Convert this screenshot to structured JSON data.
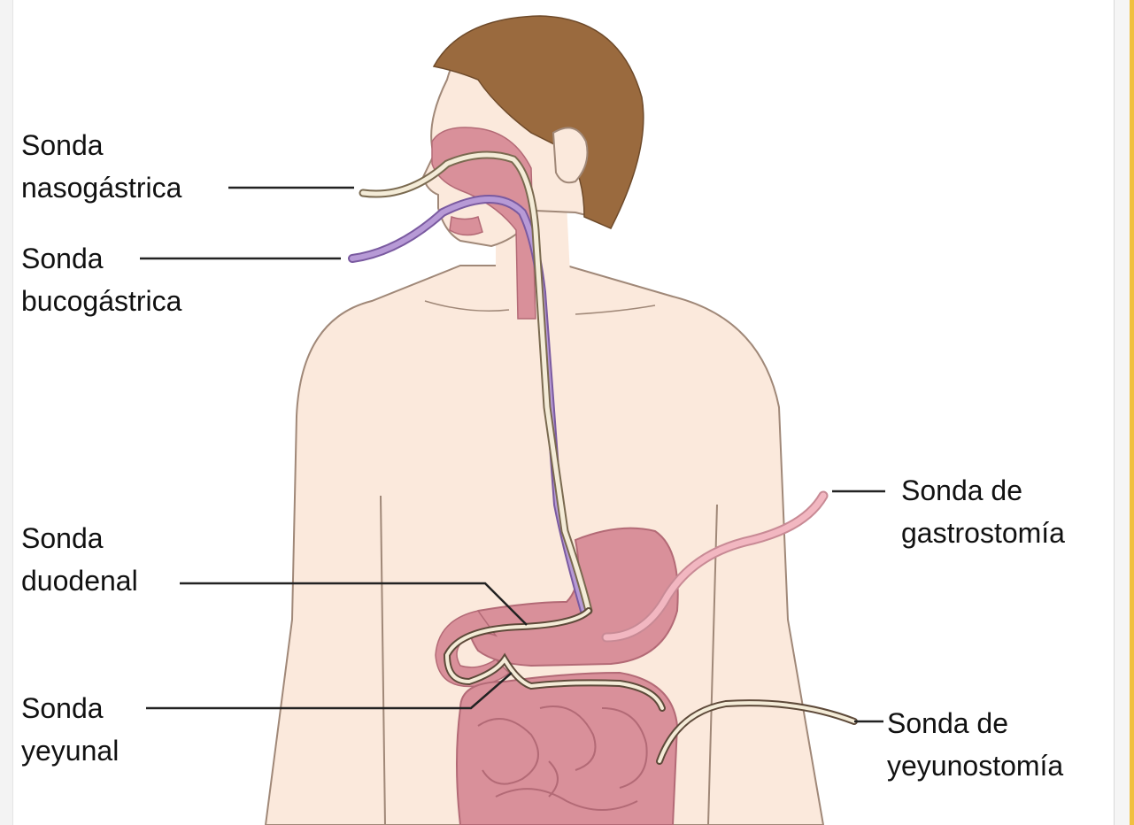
{
  "labels": {
    "nasogastric": [
      "Sonda",
      "nasogástrica"
    ],
    "bucogastric": [
      "Sonda",
      "bucogástrica"
    ],
    "duodenal": [
      "Sonda",
      "duodenal"
    ],
    "jejunal": [
      "Sonda",
      "yeyunal"
    ],
    "gastrostomy": [
      "Sonda de",
      "gastrostomía"
    ],
    "jejunostomy": [
      "Sonda de",
      "yeyunostomía"
    ]
  },
  "colors": {
    "skin": "#fbe9dc",
    "skin_outline": "#a08878",
    "hair": "#9a6a3e",
    "organ": "#d9909a",
    "organ_dark": "#b36a76",
    "naso_tube": "#f4ecd8",
    "buco_tube": "#b79ad6",
    "gastro_tube": "#f2b7c1",
    "leader": "#222222"
  }
}
